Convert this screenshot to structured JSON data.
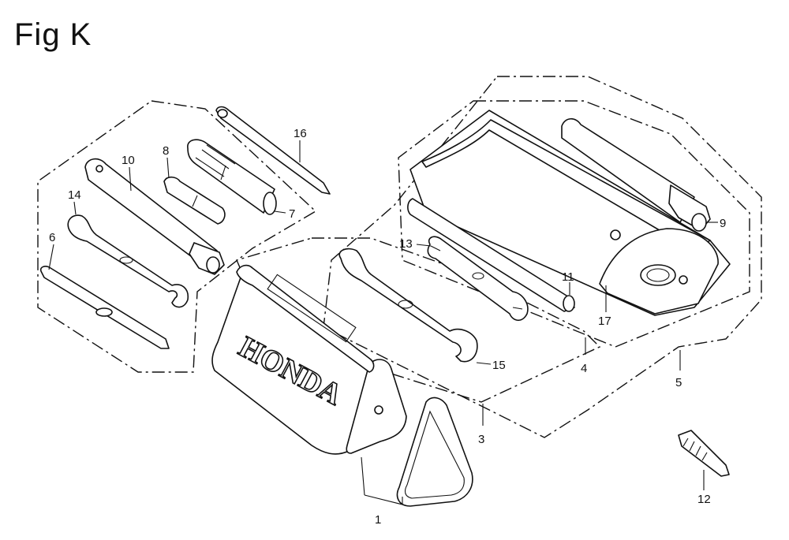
{
  "figure": {
    "title": "Fig K"
  },
  "brand": {
    "text": "HONDA"
  },
  "callouts": {
    "c1": "1",
    "c3": "3",
    "c4": "4",
    "c5": "5",
    "c6": "6",
    "c7": "7",
    "c8": "8",
    "c9": "9",
    "c10": "10",
    "c11": "11",
    "c12": "12",
    "c13": "13",
    "c14": "14",
    "c15": "15",
    "c16": "16",
    "c17": "17"
  }
}
